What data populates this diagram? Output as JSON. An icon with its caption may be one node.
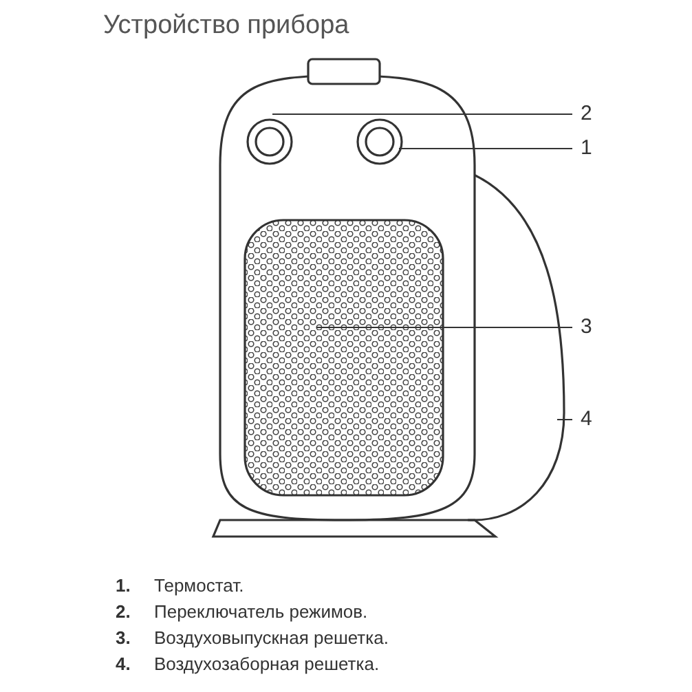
{
  "diagram": {
    "title": "Устройство прибора",
    "nodes": [
      {
        "text": [
          "2"
        ]
      },
      {
        "text": [
          "1"
        ]
      },
      {
        "text": [
          "3"
        ]
      },
      {
        "text": [
          "4"
        ]
      }
    ],
    "edges": [
      {
        "from": 0,
        "to": null,
        "arrow": "none"
      },
      {
        "from": 1,
        "to": null,
        "arrow": "none"
      },
      {
        "from": 2,
        "to": null,
        "arrow": "none"
      },
      {
        "from": 3,
        "to": null,
        "arrow": "none"
      }
    ],
    "labels": [
      "1.",
      "Термостат.",
      "2.",
      "Переключатель режимов.",
      "3.",
      "Воздуховыпускная решетка.",
      "4.",
      "Воздухозаборная решетка."
    ]
  }
}
